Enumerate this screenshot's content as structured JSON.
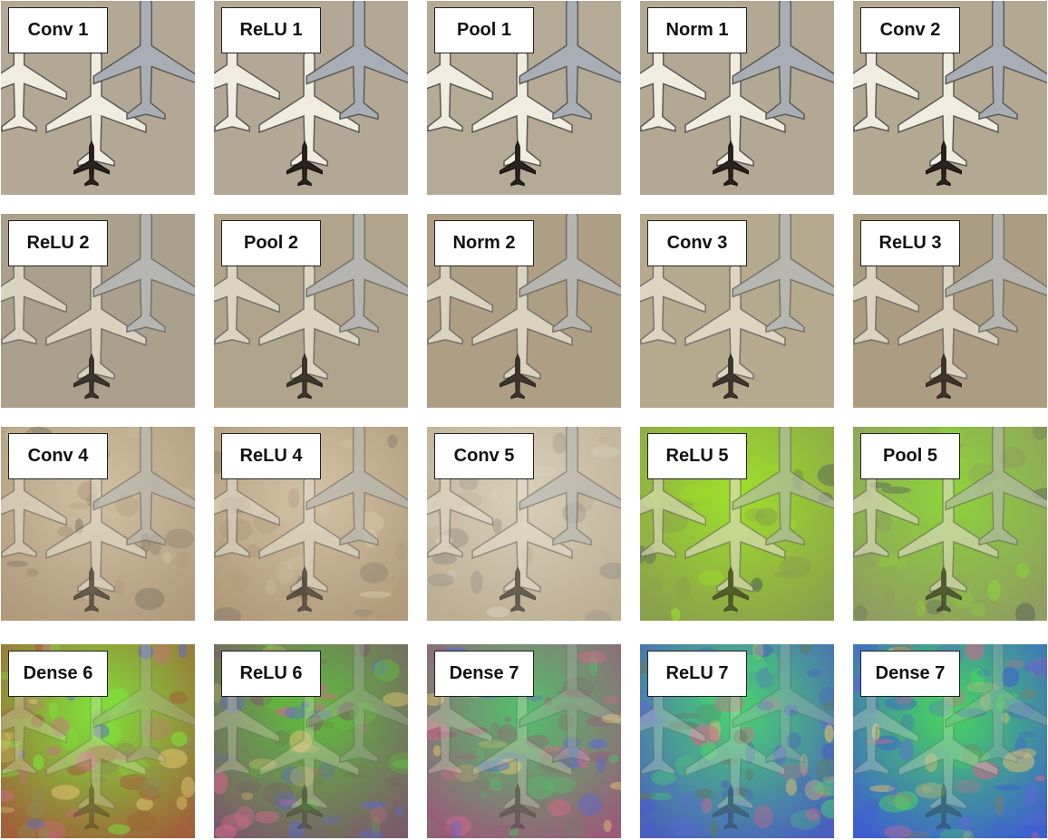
{
  "grid": {
    "rows": 4,
    "cols": 5,
    "tiles": [
      {
        "label": "Conv 1",
        "palette": {
          "bg": "#b3a895",
          "accent": "#c9c0ad",
          "tint": "#8f8a80"
        }
      },
      {
        "label": "ReLU 1",
        "palette": {
          "bg": "#b3a895",
          "accent": "#c9c0ad",
          "tint": "#8f8a80"
        }
      },
      {
        "label": "Pool 1",
        "palette": {
          "bg": "#b4aa96",
          "accent": "#cfc7b4",
          "tint": "#8a8577"
        }
      },
      {
        "label": "Norm 1",
        "palette": {
          "bg": "#b2a894",
          "accent": "#cec5b1",
          "tint": "#8a8577"
        }
      },
      {
        "label": "Conv 2",
        "palette": {
          "bg": "#b3a993",
          "accent": "#d2cab5",
          "tint": "#8d8877"
        }
      },
      {
        "label": "ReLU 2",
        "palette": {
          "bg": "#aaa08d",
          "accent": "#d0c8b5",
          "tint": "#7f7a6e"
        }
      },
      {
        "label": "Pool 2",
        "palette": {
          "bg": "#b0a48c",
          "accent": "#cfc5ae",
          "tint": "#8a8472"
        }
      },
      {
        "label": "Norm 2",
        "palette": {
          "bg": "#ae9f84",
          "accent": "#d0c4aa",
          "tint": "#86806f"
        }
      },
      {
        "label": "Conv 3",
        "palette": {
          "bg": "#b6aa8e",
          "accent": "#d3c9b1",
          "tint": "#8f8a7b"
        }
      },
      {
        "label": "ReLU 3",
        "palette": {
          "bg": "#ac9d82",
          "accent": "#cfc3a8",
          "tint": "#7f7a6e"
        }
      },
      {
        "label": "Conv 4",
        "palette": {
          "bg": "#b09b7c",
          "accent": "#d0c1a3",
          "tint": "#857a68"
        }
      },
      {
        "label": "ReLU 4",
        "palette": {
          "bg": "#b09a7a",
          "accent": "#d2c3a5",
          "tint": "#867c6a"
        }
      },
      {
        "label": "Conv 5",
        "palette": {
          "bg": "#bcae92",
          "accent": "#d9d0bb",
          "tint": "#939087"
        }
      },
      {
        "label": "ReLU 5",
        "palette": {
          "bg": "#8aa04c",
          "accent": "#9fe02a",
          "tint": "#5e6e55"
        }
      },
      {
        "label": "Pool 5",
        "palette": {
          "bg": "#8f9d60",
          "accent": "#8ed43a",
          "tint": "#5f6a5a"
        }
      },
      {
        "label": "Dense 6",
        "palette": {
          "bg": "#8c8a55",
          "accent": "#7ee43b",
          "tint": "#a0603a"
        }
      },
      {
        "label": "ReLU 6",
        "palette": {
          "bg": "#6d7a4c",
          "accent": "#5fbf3c",
          "tint": "#7a5a6a"
        }
      },
      {
        "label": "Dense 7",
        "palette": {
          "bg": "#7b7a6a",
          "accent": "#53c16a",
          "tint": "#9a5a7a"
        }
      },
      {
        "label": "ReLU 7",
        "palette": {
          "bg": "#5e7b62",
          "accent": "#49d46f",
          "tint": "#4a5fc0"
        }
      },
      {
        "label": "Dense 7",
        "palette": {
          "bg": "#7d8064",
          "accent": "#47d85a",
          "tint": "#3e5fd0"
        }
      }
    ]
  }
}
